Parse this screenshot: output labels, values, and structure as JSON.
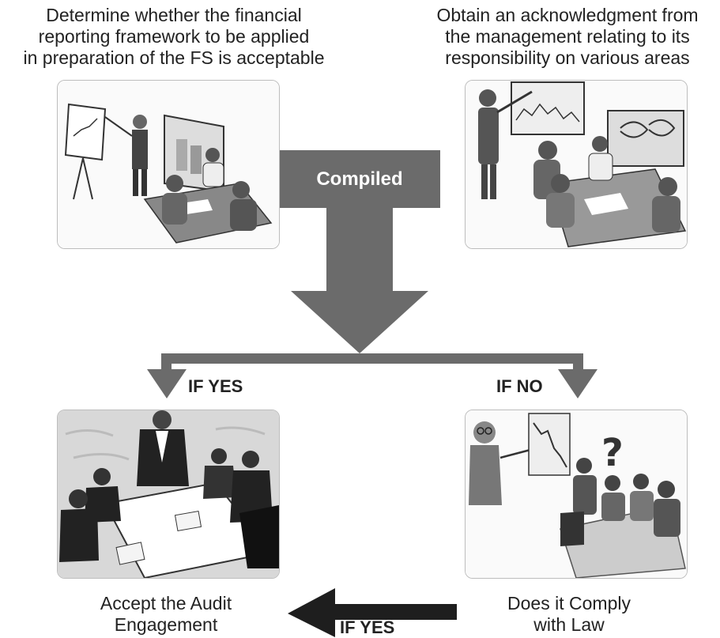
{
  "captions": {
    "top_left": [
      "Determine whether the financial",
      "reporting framework to be applied",
      "in preparation of the FS is acceptable"
    ],
    "top_right": [
      "Obtain an acknowledgment from",
      "the management relating to its",
      "responsibility on various areas"
    ],
    "bottom_left": [
      "Accept the Audit",
      "Engagement"
    ],
    "bottom_right": [
      "Does it Comply",
      "with Law"
    ]
  },
  "center_box": "Compiled",
  "branch_labels": {
    "left": "IF YES",
    "right": "IF NO",
    "bottom": "IF YES"
  },
  "illustrations": {
    "top_left": "presentation-meeting-illustration",
    "top_right": "management-meeting-illustration",
    "bottom_left": "boardroom-meeting-illustration",
    "bottom_right": "confused-meeting-illustration"
  },
  "colors": {
    "box_fill": "#6b6b6b",
    "arrow_fill": "#6b6b6b",
    "dark_arrow": "#1e1e1e",
    "text": "#222222"
  }
}
